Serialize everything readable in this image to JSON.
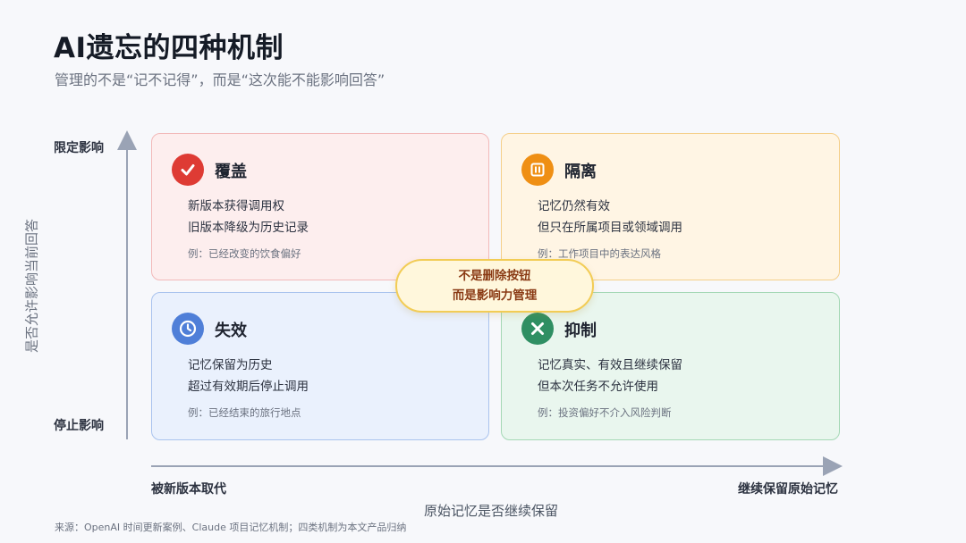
{
  "header": {
    "title": "AI遗忘的四种机制",
    "subtitle": "管理的不是“记不记得”，而是“这次能不能影响回答”"
  },
  "axes": {
    "y_top_label": "限定影响",
    "y_bottom_label": "停止影响",
    "y_title": "是否允许影响当前回答",
    "x_left_label": "被新版本取代",
    "x_right_label": "继续保留原始记忆",
    "x_title": "原始记忆是否继续保留"
  },
  "quadrants": {
    "top_left": {
      "title": "覆盖",
      "icon": "check-icon",
      "color": "#de3b34",
      "line1": "新版本获得调用权",
      "line2": "旧版本降级为历史记录",
      "example": "例：已经改变的饮食偏好"
    },
    "top_right": {
      "title": "隔离",
      "icon": "pause-icon",
      "color": "#ef8f14",
      "line1": "记忆仍然有效",
      "line2": "但只在所属项目或领域调用",
      "example": "例：工作项目中的表达风格"
    },
    "bottom_left": {
      "title": "失效",
      "icon": "clock-icon",
      "color": "#4f7fd8",
      "line1": "记忆保留为历史",
      "line2": "超过有效期后停止调用",
      "example": "例：已经结束的旅行地点"
    },
    "bottom_right": {
      "title": "抑制",
      "icon": "x-icon",
      "color": "#2f8f63",
      "line1": "记忆真实、有效且继续保留",
      "line2": "但本次任务不允许使用",
      "example": "例：投资偏好不介入风险判断"
    }
  },
  "center_note": {
    "line1": "不是删除按钮",
    "line2": "而是影响力管理"
  },
  "source": "来源：OpenAI 时间更新案例、Claude 项目记忆机制；四类机制为本文产品归纳"
}
